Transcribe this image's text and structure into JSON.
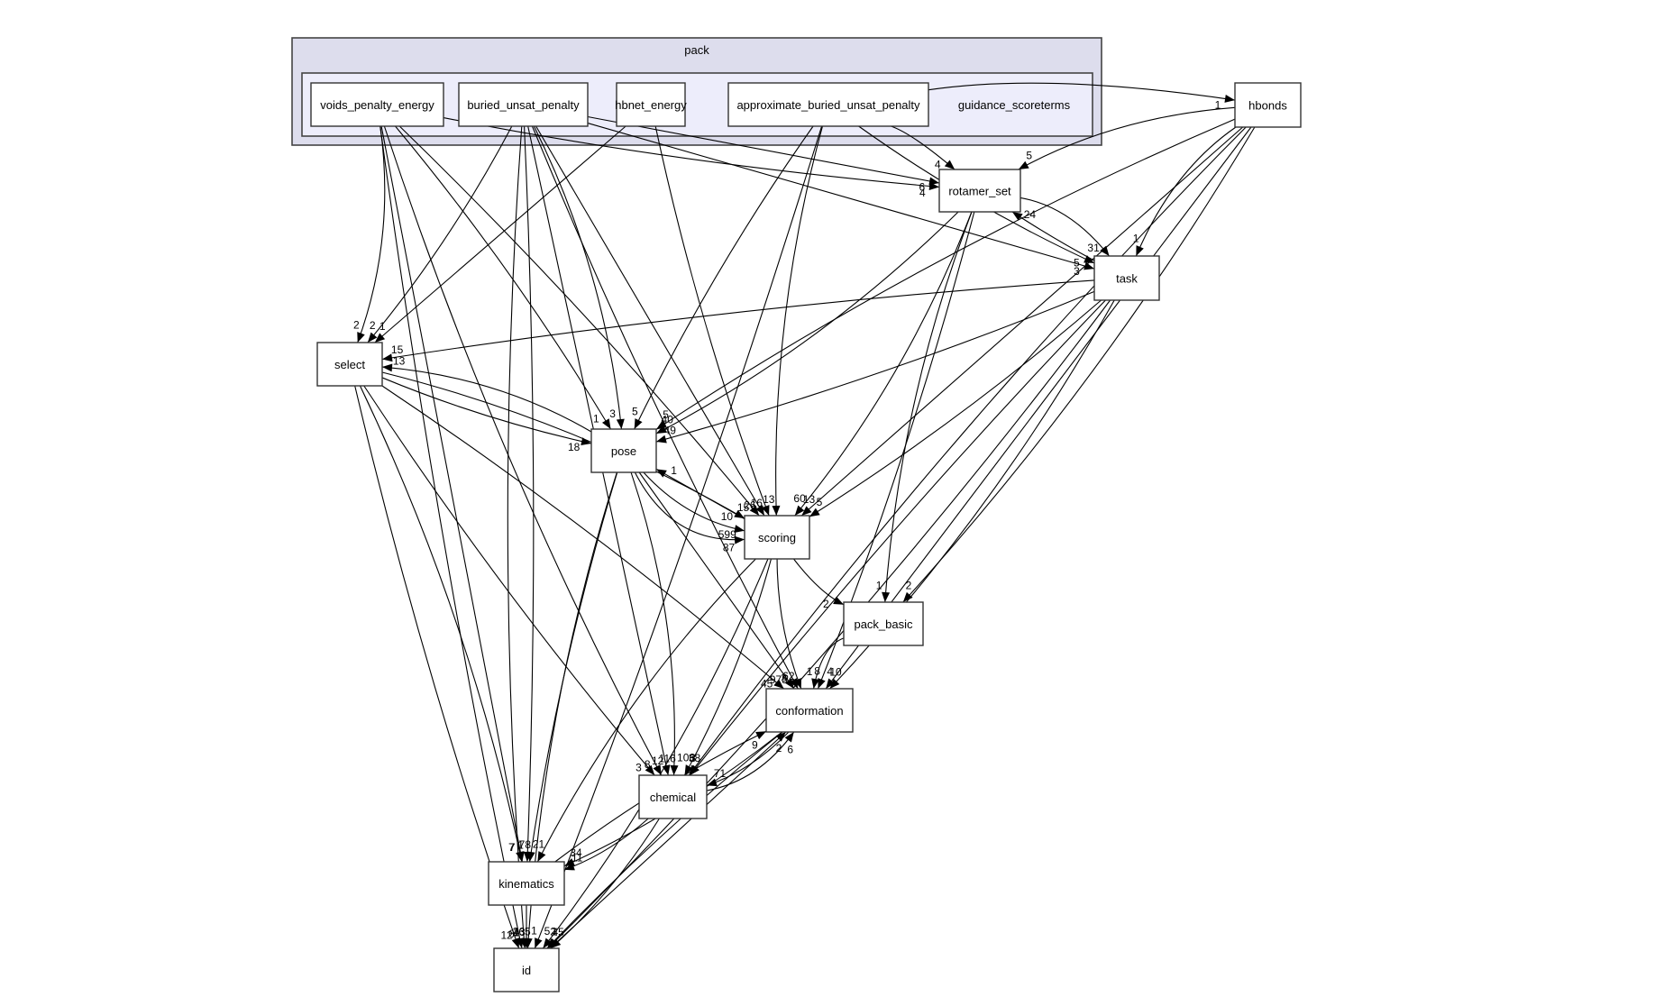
{
  "diagram": {
    "type": "directory-dependency-graph",
    "clusters": [
      {
        "id": "pack",
        "label": "pack"
      },
      {
        "id": "guidance_scoreterms",
        "label": "guidance_scoreterms"
      }
    ],
    "nodes": [
      {
        "id": "voids_penalty_energy",
        "label": "voids_penalty_energy",
        "border": "#333333",
        "cluster": "guidance_scoreterms"
      },
      {
        "id": "buried_unsat_penalty",
        "label": "buried_unsat_penalty",
        "border": "#ee2222",
        "cluster": "guidance_scoreterms"
      },
      {
        "id": "hbnet_energy",
        "label": "hbnet_energy",
        "border": "#333333",
        "cluster": "guidance_scoreterms"
      },
      {
        "id": "approximate_buried_unsat_penalty",
        "label": "approximate_buried_unsat_penalty",
        "border": "#333333",
        "cluster": "guidance_scoreterms"
      },
      {
        "id": "hbonds",
        "label": "hbonds",
        "border": "#333333"
      },
      {
        "id": "rotamer_set",
        "label": "rotamer_set",
        "border": "#ee2222"
      },
      {
        "id": "task",
        "label": "task",
        "border": "#ee2222"
      },
      {
        "id": "select",
        "label": "select",
        "border": "#ee2222"
      },
      {
        "id": "pose",
        "label": "pose",
        "border": "#ee2222"
      },
      {
        "id": "scoring",
        "label": "scoring",
        "border": "#ee2222"
      },
      {
        "id": "pack_basic",
        "label": "pack_basic",
        "border": "#333333"
      },
      {
        "id": "conformation",
        "label": "conformation",
        "border": "#ee2222"
      },
      {
        "id": "chemical",
        "label": "chemical",
        "border": "#ee2222"
      },
      {
        "id": "kinematics",
        "label": "kinematics",
        "border": "#ee2222"
      },
      {
        "id": "id",
        "label": "id",
        "border": "#333333"
      }
    ],
    "edges": [
      {
        "from": "approximate_buried_unsat_penalty",
        "to": "hbonds",
        "count": "1"
      },
      {
        "from": "approximate_buried_unsat_penalty",
        "to": "rotamer_set",
        "count": "4"
      },
      {
        "from": "buried_unsat_penalty",
        "to": "rotamer_set",
        "count": "6"
      },
      {
        "from": "voids_penalty_energy",
        "to": "rotamer_set",
        "count": "4"
      },
      {
        "from": "hbonds",
        "to": "rotamer_set",
        "count": "5"
      },
      {
        "from": "rotamer_set",
        "to": "task",
        "count": "31"
      },
      {
        "from": "task",
        "to": "rotamer_set",
        "count": "24"
      },
      {
        "from": "buried_unsat_penalty",
        "to": "task",
        "count": "3"
      },
      {
        "from": "approximate_buried_unsat_penalty",
        "to": "task",
        "count": "5"
      },
      {
        "from": "hbonds",
        "to": "task",
        "count": "1"
      },
      {
        "from": "voids_penalty_energy",
        "to": "select",
        "count": "2"
      },
      {
        "from": "buried_unsat_penalty",
        "to": "select",
        "count": "2"
      },
      {
        "from": "hbnet_energy",
        "to": "select",
        "count": "1"
      },
      {
        "from": "task",
        "to": "select",
        "count": "15"
      },
      {
        "from": "pose",
        "to": "select",
        "count": "13"
      },
      {
        "from": "buried_unsat_penalty",
        "to": "pose",
        "count": "3"
      },
      {
        "from": "voids_penalty_energy",
        "to": "pose",
        "count": "1"
      },
      {
        "from": "select",
        "to": "pose",
        "count": "18"
      },
      {
        "from": "approximate_buried_unsat_penalty",
        "to": "pose",
        "count": "5"
      },
      {
        "from": "hbonds",
        "to": "pose",
        "count": "5"
      },
      {
        "from": "rotamer_set",
        "to": "pose",
        "count": "40"
      },
      {
        "from": "task",
        "to": "pose",
        "count": "49"
      },
      {
        "from": "scoring",
        "to": "pose",
        "count": "1"
      },
      {
        "from": "pose",
        "to": "scoring",
        "count": "599"
      },
      {
        "from": "pose",
        "to": "scoring",
        "count": "87"
      },
      {
        "from": "select",
        "to": "scoring",
        "count": "10"
      },
      {
        "from": "voids_penalty_energy",
        "to": "scoring",
        "count": "15"
      },
      {
        "from": "buried_unsat_penalty",
        "to": "scoring",
        "count": "26"
      },
      {
        "from": "hbnet_energy",
        "to": "scoring",
        "count": "16"
      },
      {
        "from": "approximate_buried_unsat_penalty",
        "to": "scoring",
        "count": "13"
      },
      {
        "from": "rotamer_set",
        "to": "scoring",
        "count": "60"
      },
      {
        "from": "task",
        "to": "scoring",
        "count": "5"
      },
      {
        "from": "hbonds",
        "to": "scoring",
        "count": "13"
      },
      {
        "from": "scoring",
        "to": "pack_basic",
        "count": "2"
      },
      {
        "from": "rotamer_set",
        "to": "pack_basic",
        "count": "1"
      },
      {
        "from": "hbonds",
        "to": "pack_basic",
        "count": "2"
      },
      {
        "from": "select",
        "to": "conformation",
        "count": "45"
      },
      {
        "from": "pose",
        "to": "conformation",
        "count": "975"
      },
      {
        "from": "scoring",
        "to": "conformation",
        "count": "62"
      },
      {
        "from": "pack_basic",
        "to": "conformation",
        "count": "1"
      },
      {
        "from": "task",
        "to": "conformation",
        "count": "10"
      },
      {
        "from": "rotamer_set",
        "to": "conformation",
        "count": "8"
      },
      {
        "from": "hbonds",
        "to": "conformation",
        "count": "4"
      },
      {
        "from": "buried_unsat_penalty",
        "to": "conformation",
        "count": "3"
      },
      {
        "from": "chemical",
        "to": "conformation",
        "count": "6"
      },
      {
        "from": "conformation",
        "to": "chemical",
        "count": "71"
      },
      {
        "from": "kinematics",
        "to": "conformation",
        "count": "9"
      },
      {
        "from": "id",
        "to": "conformation",
        "count": "2"
      },
      {
        "from": "select",
        "to": "chemical",
        "count": "3"
      },
      {
        "from": "voids_penalty_energy",
        "to": "chemical",
        "count": "8"
      },
      {
        "from": "pose",
        "to": "chemical",
        "count": "116"
      },
      {
        "from": "scoring",
        "to": "chemical",
        "count": "106"
      },
      {
        "from": "buried_unsat_penalty",
        "to": "chemical",
        "count": "12"
      },
      {
        "from": "task",
        "to": "chemical",
        "count": "38"
      },
      {
        "from": "hbonds",
        "to": "chemical",
        "count": "3"
      },
      {
        "from": "select",
        "to": "kinematics",
        "count": "7"
      },
      {
        "from": "buried_unsat_penalty",
        "to": "kinematics",
        "count": "1"
      },
      {
        "from": "voids_penalty_energy",
        "to": "kinematics",
        "count": "7"
      },
      {
        "from": "pose",
        "to": "kinematics",
        "count": "78"
      },
      {
        "from": "scoring",
        "to": "kinematics",
        "count": "21"
      },
      {
        "from": "conformation",
        "to": "kinematics",
        "count": "34"
      },
      {
        "from": "chemical",
        "to": "kinematics",
        "count": "11"
      },
      {
        "from": "kinematics",
        "to": "id",
        "count": "43"
      },
      {
        "from": "select",
        "to": "id",
        "count": "12"
      },
      {
        "from": "pose",
        "to": "id",
        "count": "265"
      },
      {
        "from": "scoring",
        "to": "id",
        "count": "5"
      },
      {
        "from": "chemical",
        "to": "id",
        "count": "45"
      },
      {
        "from": "conformation",
        "to": "id",
        "count": "2"
      },
      {
        "from": "voids_penalty_energy",
        "to": "id",
        "count": "6"
      },
      {
        "from": "buried_unsat_penalty",
        "to": "id",
        "count": "1"
      },
      {
        "from": "task",
        "to": "id",
        "count": "1"
      },
      {
        "from": "approximate_buried_unsat_penalty",
        "to": "id",
        "count": "1"
      }
    ]
  }
}
